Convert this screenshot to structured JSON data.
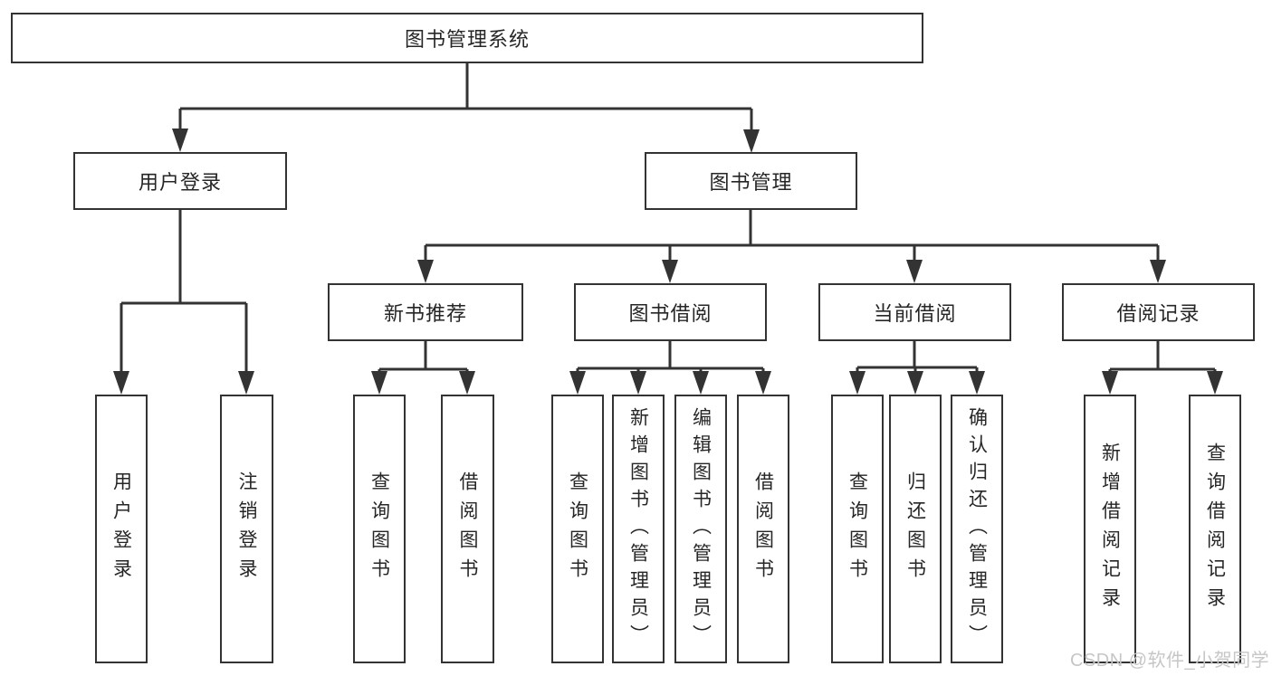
{
  "tree": {
    "root": "图书管理系统",
    "branches": [
      {
        "label": "用户登录",
        "leaves": [
          "用户登录",
          "注销登录"
        ]
      },
      {
        "label": "图书管理",
        "sections": [
          {
            "label": "新书推荐",
            "leaves": [
              "查询图书",
              "借阅图书"
            ]
          },
          {
            "label": "图书借阅",
            "leaves": [
              "查询图书",
              "新增图书（管理员）",
              "编辑图书（管理员）",
              "借阅图书"
            ]
          },
          {
            "label": "当前借阅",
            "leaves": [
              "查询图书",
              "归还图书",
              "确认归还（管理员）"
            ]
          },
          {
            "label": "借阅记录",
            "leaves": [
              "新增借阅记录",
              "查询借阅记录"
            ]
          }
        ]
      }
    ]
  },
  "watermark": "CSDN @软件_小贺同学",
  "colors": {
    "line": "#333333",
    "text": "#262626",
    "box_bg": "#ffffff",
    "canvas_bg": "#ffffff",
    "watermark": "#c6c6c6"
  }
}
